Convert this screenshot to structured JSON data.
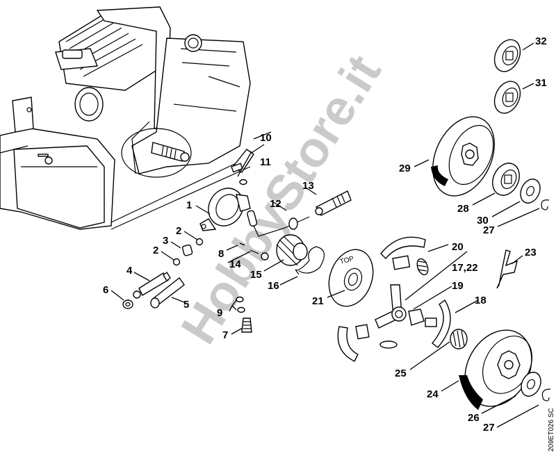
{
  "diagram": {
    "title": "Oil pump and clutch exploded parts view",
    "watermark": "HobbyStore.it",
    "drawing_code": "209ET026 SC",
    "parts": [
      {
        "id": "p1",
        "label": "1",
        "name": "oil-pump-body"
      },
      {
        "id": "p2a",
        "label": "2",
        "name": "washer-upper"
      },
      {
        "id": "p2b",
        "label": "2",
        "name": "washer-lower"
      },
      {
        "id": "p3",
        "label": "3",
        "name": "spring"
      },
      {
        "id": "p4",
        "label": "4",
        "name": "adjusting-screw"
      },
      {
        "id": "p5",
        "label": "5",
        "name": "pump-piston"
      },
      {
        "id": "p6",
        "label": "6",
        "name": "plug"
      },
      {
        "id": "p7",
        "label": "7",
        "name": "screw"
      },
      {
        "id": "p8",
        "label": "8",
        "name": "pin"
      },
      {
        "id": "p9",
        "label": "9",
        "name": "o-rings"
      },
      {
        "id": "p10",
        "label": "10",
        "name": "suction-hose"
      },
      {
        "id": "p11",
        "label": "11",
        "name": "o-ring"
      },
      {
        "id": "p12",
        "label": "12",
        "name": "oil-line"
      },
      {
        "id": "p13",
        "label": "13",
        "name": "pickup-body"
      },
      {
        "id": "p14",
        "label": "14",
        "name": "spring-small"
      },
      {
        "id": "p15",
        "label": "15",
        "name": "worm"
      },
      {
        "id": "p16",
        "label": "16",
        "name": "spring-wire"
      },
      {
        "id": "p17",
        "label": "17,22",
        "name": "clutch-carrier"
      },
      {
        "id": "p18",
        "label": "18",
        "name": "clutch-shoe"
      },
      {
        "id": "p19",
        "label": "19",
        "name": "shoe-insert"
      },
      {
        "id": "p20",
        "label": "20",
        "name": "clutch-spring"
      },
      {
        "id": "p21",
        "label": "21",
        "name": "cover-plate"
      },
      {
        "id": "p23",
        "label": "23",
        "name": "tool"
      },
      {
        "id": "p24",
        "label": "24",
        "name": "clutch-drum-spur"
      },
      {
        "id": "p25",
        "label": "25",
        "name": "needle-cage"
      },
      {
        "id": "p26",
        "label": "26",
        "name": "washer"
      },
      {
        "id": "p27a",
        "label": "27",
        "name": "e-clip-upper"
      },
      {
        "id": "p27b",
        "label": "27",
        "name": "e-clip-lower"
      },
      {
        "id": "p28",
        "label": "28",
        "name": "rim-sprocket"
      },
      {
        "id": "p29",
        "label": "29",
        "name": "clutch-drum-rim"
      },
      {
        "id": "p30",
        "label": "30",
        "name": "washer-rim"
      },
      {
        "id": "p31",
        "label": "31",
        "name": "rim-sprocket-alt"
      },
      {
        "id": "p32",
        "label": "32",
        "name": "rim-sprocket-alt2"
      }
    ],
    "top_marking": "TOP"
  }
}
